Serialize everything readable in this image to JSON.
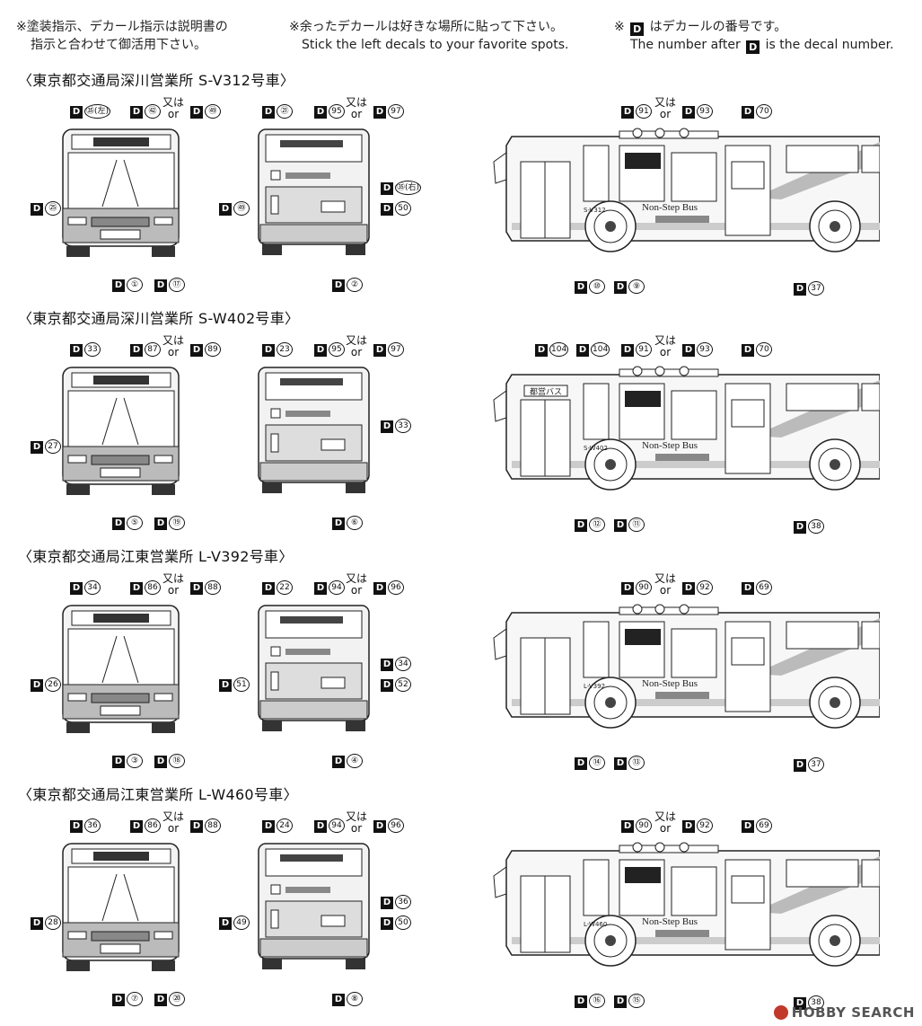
{
  "notes": {
    "left": [
      "※塗装指示、デカール指示は説明書の",
      "指示と合わせて御活用下さい。"
    ],
    "middle": [
      "※余ったデカールは好きな場所に貼って下さい。",
      "Stick the left decals to your favorite spots."
    ],
    "right_pre": "※",
    "right_d": "D",
    "right_jp": "はデカールの番号です。",
    "right_en_pre": "The number after",
    "right_en_post": "is the decal number."
  },
  "d_letter": "D",
  "or_jp": "又は",
  "or_en": "or",
  "sections": [
    {
      "title": "〈東京都交通局深川営業所 S-V312号車〉",
      "front": {
        "top_left": "㉟(左)",
        "top_mid": "㊷",
        "top_alt": "㊾",
        "left": "㉕",
        "bottom_left": "①",
        "bottom_right": "⑰"
      },
      "rear": {
        "top_left": "㉑",
        "top_mid": "95",
        "top_alt": "97",
        "right_top": "㉟(右)",
        "left": "㊾",
        "right": "50",
        "bottom": "②"
      },
      "side": {
        "top_mid": "91",
        "top_alt": "93",
        "top_right": "70",
        "bottom_left": "⑩",
        "bottom_left_alt": "⑨",
        "bottom_right": "37",
        "text_nonstep": "Non-Step Bus",
        "plate": "S-V312"
      }
    },
    {
      "title": "〈東京都交通局深川営業所 S-W402号車〉",
      "front": {
        "top_left": "33",
        "top_mid": "87",
        "top_alt": "89",
        "left": "27",
        "bottom_left": "⑤",
        "bottom_right": "⑲"
      },
      "rear": {
        "top_left": "23",
        "top_mid": "95",
        "top_alt": "97",
        "right_top": "33",
        "left": "",
        "right": "",
        "bottom": "⑥"
      },
      "side": {
        "top_left": "104",
        "top_left_alt": "104",
        "top_mid": "91",
        "top_alt": "93",
        "top_right": "70",
        "bottom_left": "⑫",
        "bottom_left_alt": "⑪",
        "bottom_right": "38",
        "text_nonstep": "Non-Step Bus",
        "plate": "S-W402",
        "sign": "都営バス"
      }
    },
    {
      "title": "〈東京都交通局江東営業所 L-V392号車〉",
      "front": {
        "top_left": "34",
        "top_mid": "86",
        "top_alt": "88",
        "left": "26",
        "bottom_left": "③",
        "bottom_right": "⑱"
      },
      "rear": {
        "top_left": "22",
        "top_mid": "94",
        "top_alt": "96",
        "right_top": "34",
        "left": "51",
        "right": "52",
        "bottom": "④"
      },
      "side": {
        "top_mid": "90",
        "top_alt": "92",
        "top_right": "69",
        "bottom_left": "⑭",
        "bottom_left_alt": "⑬",
        "bottom_right": "37",
        "text_nonstep": "Non-Step Bus",
        "plate": "L-V392"
      }
    },
    {
      "title": "〈東京都交通局江東営業所 L-W460号車〉",
      "front": {
        "top_left": "36",
        "top_mid": "86",
        "top_alt": "88",
        "left": "28",
        "bottom_left": "⑦",
        "bottom_right": "⑳"
      },
      "rear": {
        "top_left": "24",
        "top_mid": "94",
        "top_alt": "96",
        "right_top": "36",
        "left": "49",
        "right": "50",
        "bottom": "⑧"
      },
      "side": {
        "top_mid": "90",
        "top_alt": "92",
        "top_right": "69",
        "bottom_left": "⑯",
        "bottom_left_alt": "⑮",
        "bottom_right": "38",
        "text_nonstep": "Non-Step Bus",
        "plate": "L-W460"
      }
    }
  ],
  "watermark": "HOBBY SEARCH"
}
